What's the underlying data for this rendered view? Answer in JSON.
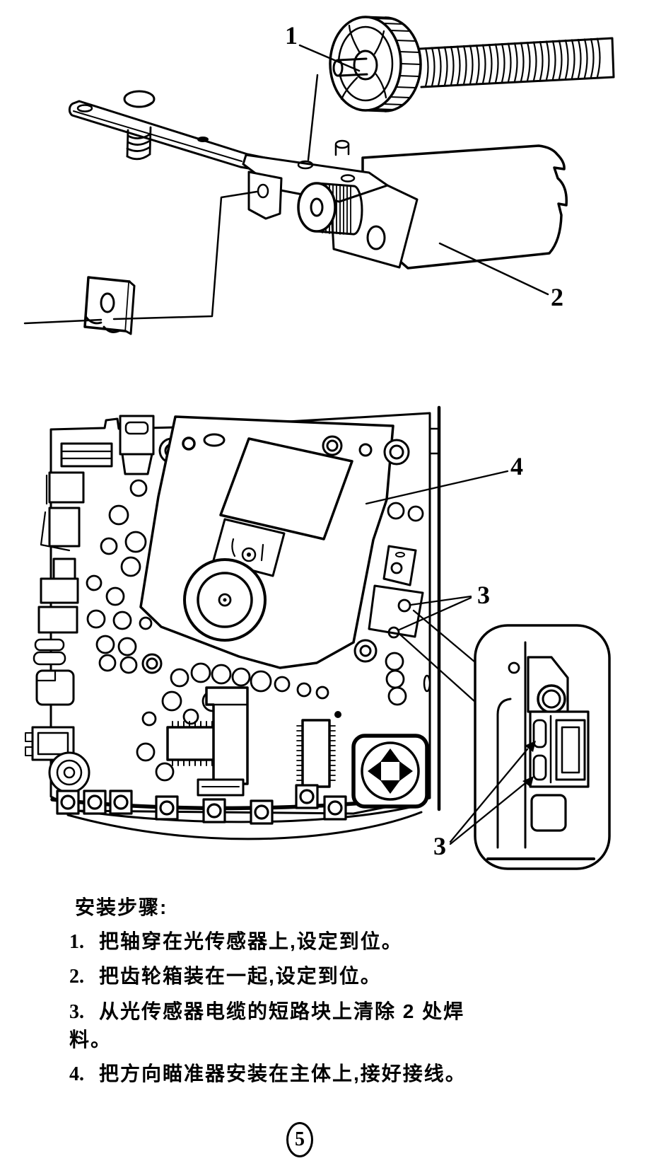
{
  "page": {
    "background": "#ffffff",
    "ink": "#000000"
  },
  "figure_top": {
    "name": "lead-screw-gear-and-motor-exploded-view",
    "callouts": [
      {
        "label": "1"
      },
      {
        "label": "2"
      }
    ]
  },
  "figure_middle": {
    "name": "optical-pickup-on-circuit-board-with-detail-inset",
    "callouts": [
      {
        "label": "4"
      },
      {
        "label": "3"
      },
      {
        "label": "3"
      }
    ]
  },
  "instructions": {
    "heading": "安装步骤:",
    "steps": [
      {
        "num": "1.",
        "lines": [
          "把轴穿在光传感器上,设定到位。"
        ]
      },
      {
        "num": "2.",
        "lines": [
          "把齿轮箱装在一起,设定到位。"
        ]
      },
      {
        "num": "3.",
        "lines": [
          "从光传感器电缆的短路块上清除 2 处焊",
          "料。"
        ]
      },
      {
        "num": "4.",
        "lines": [
          "把方向瞄准器安装在主体上,接好接线。"
        ]
      }
    ]
  },
  "footer": {
    "page_number": "5"
  }
}
